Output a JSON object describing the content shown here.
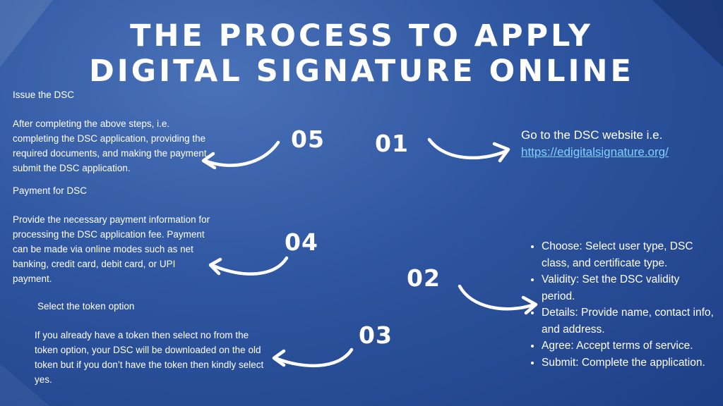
{
  "title": {
    "line1": "THE PROCESS TO APPLY",
    "line2": "DIGITAL SIGNATURE ONLINE"
  },
  "steps": {
    "s01": {
      "number": "01",
      "text": "Go to the DSC website i.e.",
      "link": "https://edigitalsignature.org/"
    },
    "s02": {
      "number": "02",
      "bullets": [
        "Choose: Select user type, DSC class, and certificate type.",
        "Validity: Set the DSC validity period.",
        "Details: Provide name, contact info, and address.",
        "Agree: Accept terms of service.",
        "Submit: Complete the application."
      ]
    },
    "s03": {
      "number": "03",
      "heading": "Select the token option",
      "body": "If you already have a token then select no from the token option, your DSC will be downloaded on the old token but if you don’t have the token then kindly select yes."
    },
    "s04": {
      "number": "04",
      "heading": "Payment for DSC",
      "body": "Provide the necessary payment information for processing the DSC application fee. Payment can be made via online modes such as net banking, credit card, debit card, or UPI payment."
    },
    "s05": {
      "number": "05",
      "heading": "Issue the DSC",
      "body": "After completing the above steps, i.e. completing the DSC application, providing the required documents, and making the payment, submit the DSC application."
    }
  },
  "colors": {
    "background": "#2e55a0",
    "text": "#ffffff",
    "link": "#7fd2ff"
  }
}
